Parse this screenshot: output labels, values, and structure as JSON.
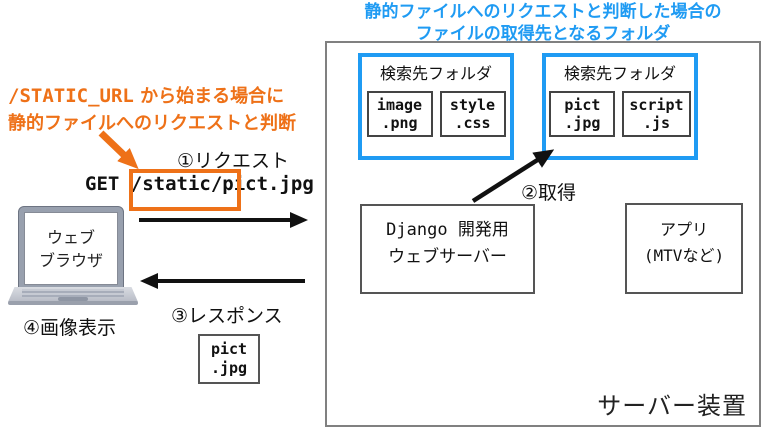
{
  "colors": {
    "blue": "#1f9bf3",
    "orange": "#ee7118",
    "box_gray": "#808080"
  },
  "header": {
    "title_line1": "静的ファイルへのリクエストと判断した場合の",
    "title_line2": "ファイルの取得先となるフォルダ"
  },
  "annotation": {
    "line1_code": "/STATIC_URL",
    "line1_text": " から始まる場合に",
    "line2": "静的ファイルへのリクエストと判断"
  },
  "request": {
    "step_label": "①リクエスト",
    "method": "GET ",
    "highlight": "/static/",
    "rest": "pict.jpg"
  },
  "fetch": {
    "step_label": "②取得"
  },
  "response": {
    "step_label": "③レスポンス",
    "file": {
      "line1": "pict",
      "line2": ".jpg"
    }
  },
  "display": {
    "step_label": "④画像表示"
  },
  "browser": {
    "label_line1": "ウェブ",
    "label_line2": "ブラウザ"
  },
  "server": {
    "label": "サーバー装置",
    "folders": [
      {
        "title": "検索先フォルダ",
        "files": [
          {
            "line1": "image",
            "line2": ".png"
          },
          {
            "line1": "style",
            "line2": ".css"
          }
        ]
      },
      {
        "title": "検索先フォルダ",
        "files": [
          {
            "line1": "pict",
            "line2": ".jpg"
          },
          {
            "line1": "script",
            "line2": ".js"
          }
        ]
      }
    ],
    "django_box": {
      "line1": "Django 開発用",
      "line2": "ウェブサーバー"
    },
    "app_box": {
      "line1": "アプリ",
      "line2": "(MTVなど)"
    }
  }
}
